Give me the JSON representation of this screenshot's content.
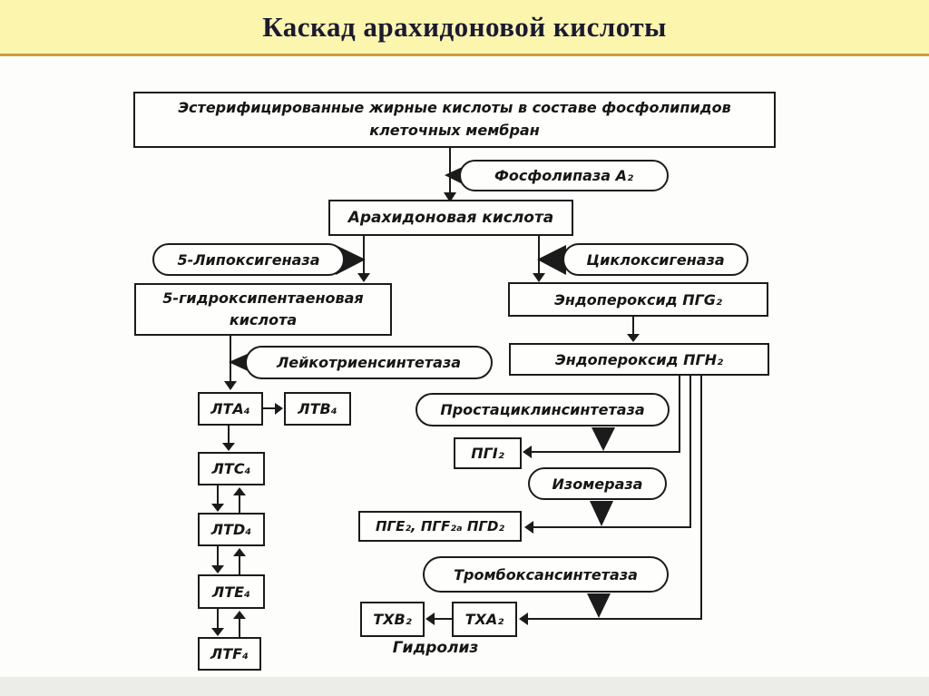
{
  "title": "Каскад арахидоновой кислоты",
  "colors": {
    "title_bg": "#FCF5AE",
    "title_text": "#1A1A33",
    "title_rule": "#C99B3F",
    "ink": "#1B1B1B",
    "paper": "#FDFDFB",
    "footer_strip": "#ECECE8"
  },
  "nodes": {
    "esterified_l1": "Эстерифицированные жирные кислоты в составе фосфолипидов",
    "esterified_l2": "клеточных мембран",
    "phospholipase": "Фосфолипаза А₂",
    "arachidonic": "Арахидоновая кислота",
    "lipoxygenase": "5-Липоксигеназа",
    "cyclooxygenase": "Циклоксигеназа",
    "hpete_l1": "5-гидроксипентаеновая",
    "hpete_l2": "кислота",
    "leukotriene_synthetase": "Лейкотриенсинтетаза",
    "lta4": "ЛТА₄",
    "ltb4": "ЛТВ₄",
    "ltc4": "ЛТС₄",
    "ltd4": "ЛТD₄",
    "lte4": "ЛТЕ₄",
    "ltf4": "ЛТF₄",
    "pgg2": "Эндопероксид ПГG₂",
    "pgh2": "Эндопероксид ПГН₂",
    "prostacyclin_synthetase": "Простациклинсинтетаза",
    "pgi2": "ПГI₂",
    "isomerase": "Изомераза",
    "pge_pgf_pgd": "ПГЕ₂, ПГF₂ₐ ПГD₂",
    "thromboxane_synthetase": "Тромбоксансинтетаза",
    "txa2": "ТХА₂",
    "txb2": "ТХВ₂",
    "hydrolysis": "Гидролиз"
  }
}
